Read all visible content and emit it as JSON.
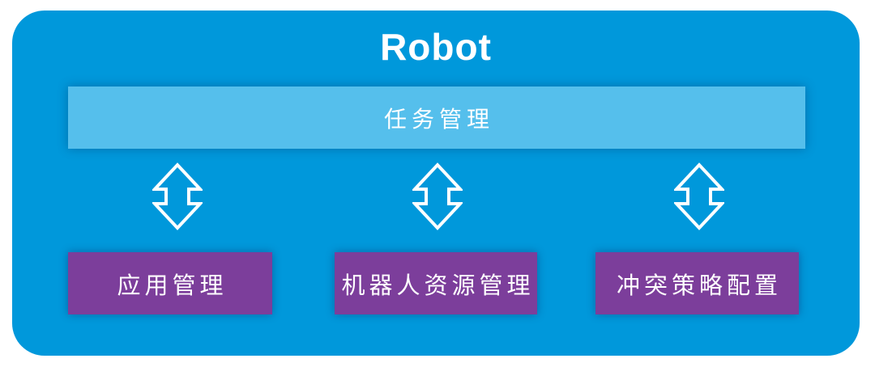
{
  "diagram": {
    "title": "Robot",
    "task_bar": {
      "label": "任务管理"
    },
    "modules": [
      {
        "label": "应用管理"
      },
      {
        "label": "机器人资源管理"
      },
      {
        "label": "冲突策略配置"
      }
    ],
    "connectors": [
      {
        "icon": "up-down-arrow-icon",
        "from": "任务管理",
        "to": "应用管理"
      },
      {
        "icon": "up-down-arrow-icon",
        "from": "任务管理",
        "to": "机器人资源管理"
      },
      {
        "icon": "up-down-arrow-icon",
        "from": "任务管理",
        "to": "冲突策略配置"
      }
    ],
    "colors": {
      "container_blue": "#0098DB",
      "task_bar_blue": "#55BFEC",
      "module_purple": "#7C3E9B",
      "text_white": "#FFFFFF",
      "page_background": "#FFFFFF"
    }
  }
}
